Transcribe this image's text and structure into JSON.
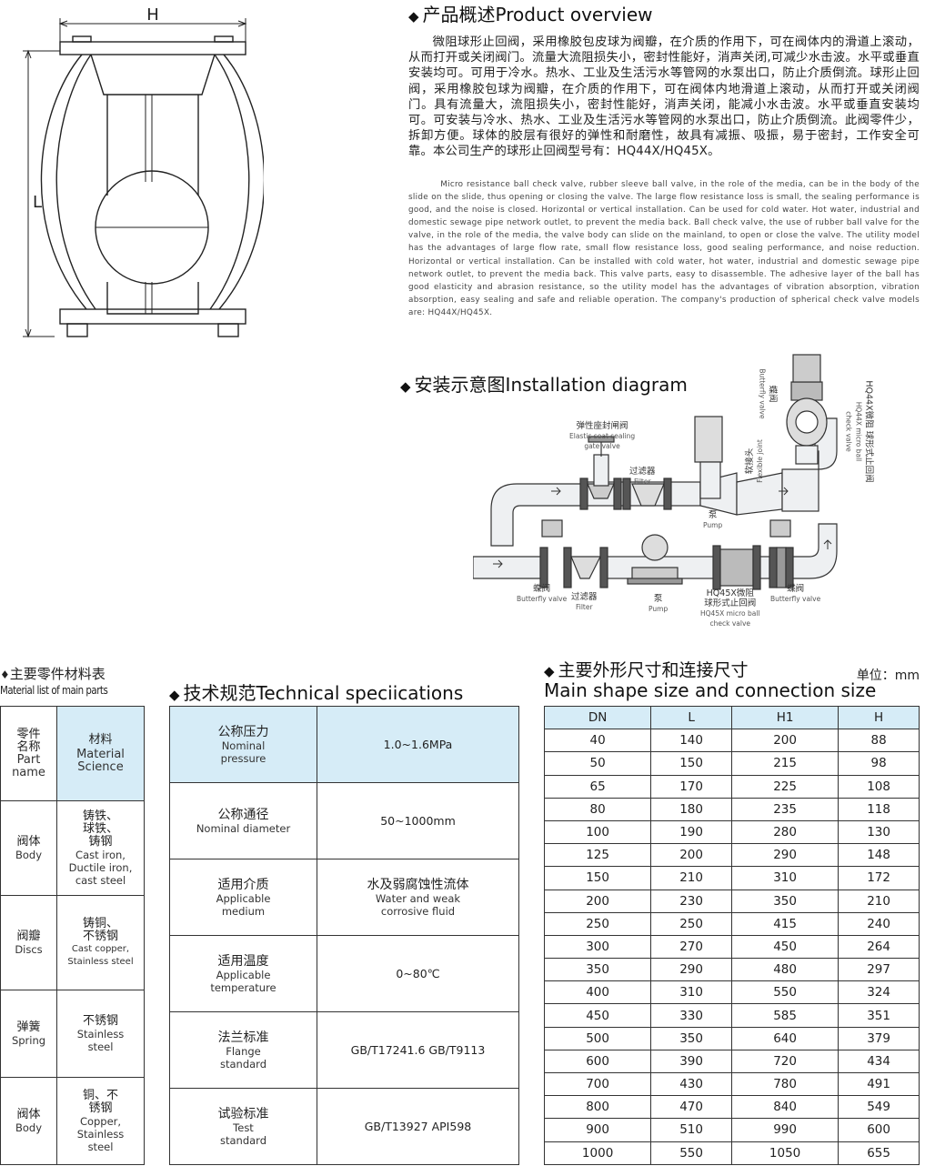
{
  "drawing": {
    "dim_h": "H",
    "dim_l": "L"
  },
  "overview": {
    "title": "产品概述Product overview",
    "zh": "微阻球形止回阀，采用橡胶包皮球为阀瓣，在介质的作用下，可在阀体内的滑道上滚动，从而打开或关闭阀门。流量大流阻损失小，密封性能好，消声关闭,可减少水击波。水平或垂直安装均可。可用于冷水。热水、工业及生活污水等管网的水泵出口，防止介质倒流。球形止回阀，采用橡胶包球为阀瓣，在介质的作用下，可在阀体内地滑道上滚动，从而打开或关闭阀门。具有流量大，流阻损失小，密封性能好，消声关闭，能减小水击波。水平或垂直安装均可。可安装与冷水、热水、工业及生活污水等管网的水泵出口，防止介质倒流。此阀零件少，拆卸方便。球体的胶层有很好的弹性和耐磨性，故具有减振、吸振，易于密封，工作安全可靠。本公司生产的球形止回阀型号有：HQ44X/HQ45X。",
    "en": "Micro resistance ball check valve, rubber sleeve ball valve, in the role of the media, can be in the body of the slide on the slide, thus opening or closing the valve. The large flow resistance loss is small, the sealing performance is good, and the noise is closed. Horizontal or vertical installation. Can be used for cold water. Hot water, industrial and domestic sewage pipe network outlet, to prevent the media back. Ball check valve, the use of rubber ball valve for the valve, in the role of the media, the valve body can slide on the mainland, to open or close the valve. The utility model has the advantages of large flow rate, small flow resistance loss, good sealing performance, and noise reduction. Horizontal or vertical installation. Can be installed with cold water, hot water, industrial and domestic sewage pipe network outlet, to prevent the media back. This valve parts, easy to disassemble. The adhesive layer of the ball has good elasticity and abrasion resistance, so the utility model has the advantages of vibration absorption, vibration absorption, easy sealing and safe and reliable operation. The company's production of spherical check valve models are: HQ44X/HQ45X."
  },
  "install": {
    "title": "安装示意图Installation diagram",
    "labels": {
      "gate_zh": "弹性座封闸阀",
      "gate_en1": "Elastic seat sealing",
      "gate_en2": "gate valve",
      "filter_zh": "过滤器",
      "filter_en": "Filter",
      "pump_zh": "泵",
      "pump_en": "Pump",
      "flex_zh": "软接头",
      "flex_en": "Flexible joint",
      "bfly_zh": "蝶阀",
      "bfly_en": "Butterfly valve",
      "hq44_zh1": "HQ44X微阻",
      "hq44_zh2": "球形式止回阀",
      "hq44_en1": "HQ44X micro ball",
      "hq44_en2": "check valve",
      "hq45_zh1": "HQ45X微阻",
      "hq45_zh2": "球形式止回阀",
      "hq45_en1": "HQ45X micro ball",
      "hq45_en2": "check valve"
    }
  },
  "materials": {
    "title_zh": "主要零件材料表",
    "title_en": "Material list of main parts",
    "header": {
      "part_zh": "零件名称",
      "part_en": "Part name",
      "mat_zh": "材料",
      "mat_en": "Material Science"
    },
    "rows": [
      {
        "part_zh": "阀体",
        "part_en": "Body",
        "mat_zh": "铸铁、球铁、铸钢",
        "mat_en": "Cast iron, Ductile iron, cast steel"
      },
      {
        "part_zh": "阀瓣",
        "part_en": "Discs",
        "mat_zh": "铸铜、不锈钢",
        "mat_en": "Cast copper, Stainless steel"
      },
      {
        "part_zh": "弹簧",
        "part_en": "Spring",
        "mat_zh": "不锈钢",
        "mat_en": "Stainless steel"
      },
      {
        "part_zh": "阀体",
        "part_en": "Body",
        "mat_zh": "铜、不锈钢",
        "mat_en": "Copper, Stainless steel"
      }
    ]
  },
  "tech": {
    "title": "技术规范Technical speciications",
    "rows": [
      {
        "zh": "公称压力",
        "en": "Nominal pressure",
        "value": "1.0~1.6MPa"
      },
      {
        "zh": "公称通径",
        "en": "Nominal diameter",
        "value": "50~1000mm"
      },
      {
        "zh": "适用介质",
        "en": "Applicable medium",
        "value_zh": "水及弱腐蚀性流体",
        "value": "Water and weak corrosive fluid"
      },
      {
        "zh": "适用温度",
        "en": "Applicable temperature",
        "value": "0~80℃"
      },
      {
        "zh": "法兰标准",
        "en": "Flange standard",
        "value": "GB/T17241.6 GB/T9113"
      },
      {
        "zh": "试验标准",
        "en": "Test standard",
        "value": "GB/T13927 API598"
      }
    ]
  },
  "dims": {
    "title_zh": "主要外形尺寸和连接尺寸",
    "title_en": "Main shape size and connection size",
    "unit": "单位：mm",
    "headers": [
      "DN",
      "L",
      "H1",
      "H"
    ],
    "rows": [
      [
        "40",
        "140",
        "200",
        "88"
      ],
      [
        "50",
        "150",
        "215",
        "98"
      ],
      [
        "65",
        "170",
        "225",
        "108"
      ],
      [
        "80",
        "180",
        "235",
        "118"
      ],
      [
        "100",
        "190",
        "280",
        "130"
      ],
      [
        "125",
        "200",
        "290",
        "148"
      ],
      [
        "150",
        "210",
        "310",
        "172"
      ],
      [
        "200",
        "230",
        "350",
        "210"
      ],
      [
        "250",
        "250",
        "415",
        "240"
      ],
      [
        "300",
        "270",
        "450",
        "264"
      ],
      [
        "350",
        "290",
        "480",
        "297"
      ],
      [
        "400",
        "310",
        "550",
        "324"
      ],
      [
        "450",
        "330",
        "585",
        "351"
      ],
      [
        "500",
        "350",
        "640",
        "379"
      ],
      [
        "600",
        "390",
        "720",
        "434"
      ],
      [
        "700",
        "430",
        "780",
        "491"
      ],
      [
        "800",
        "470",
        "840",
        "549"
      ],
      [
        "900",
        "510",
        "990",
        "600"
      ],
      [
        "1000",
        "550",
        "1050",
        "655"
      ]
    ]
  }
}
